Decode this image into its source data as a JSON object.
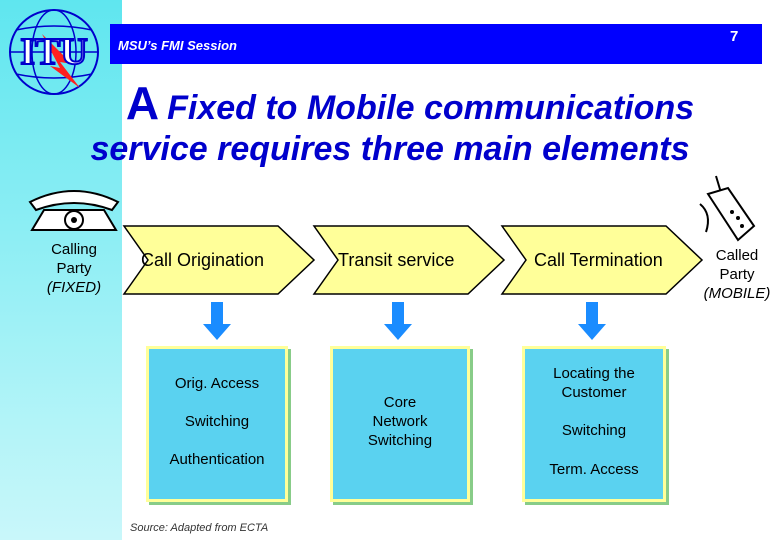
{
  "header": {
    "session": "MSU’s FMI Session",
    "page_number": "7",
    "logo_text": "ITU"
  },
  "title": {
    "line1_initial": "A",
    "line1_rest": "Fixed to Mobile communications",
    "line2": "service requires three main elements"
  },
  "calling_party": {
    "line1": "Calling",
    "line2": "Party",
    "line3": "(FIXED)"
  },
  "called_party": {
    "line1": "Called",
    "line2": "Party",
    "line3": "(MOBILE)"
  },
  "stages": [
    {
      "label": "Call Origination",
      "details": [
        "Orig. Access",
        "Switching",
        "Authentication"
      ]
    },
    {
      "label": "Transit service",
      "details": [
        "Core",
        "Network",
        "Switching"
      ]
    },
    {
      "label": "Call Termination",
      "details": [
        "Locating the",
        "Customer",
        "Switching",
        "Term. Access"
      ]
    }
  ],
  "source": "Source: Adapted from ECTA",
  "colors": {
    "header_blue": "#0000ff",
    "title_blue": "#0000cc",
    "arrow_fill": "#ffff99",
    "box_fill": "#5ad2f0",
    "left_band": "#5fe6ef"
  }
}
